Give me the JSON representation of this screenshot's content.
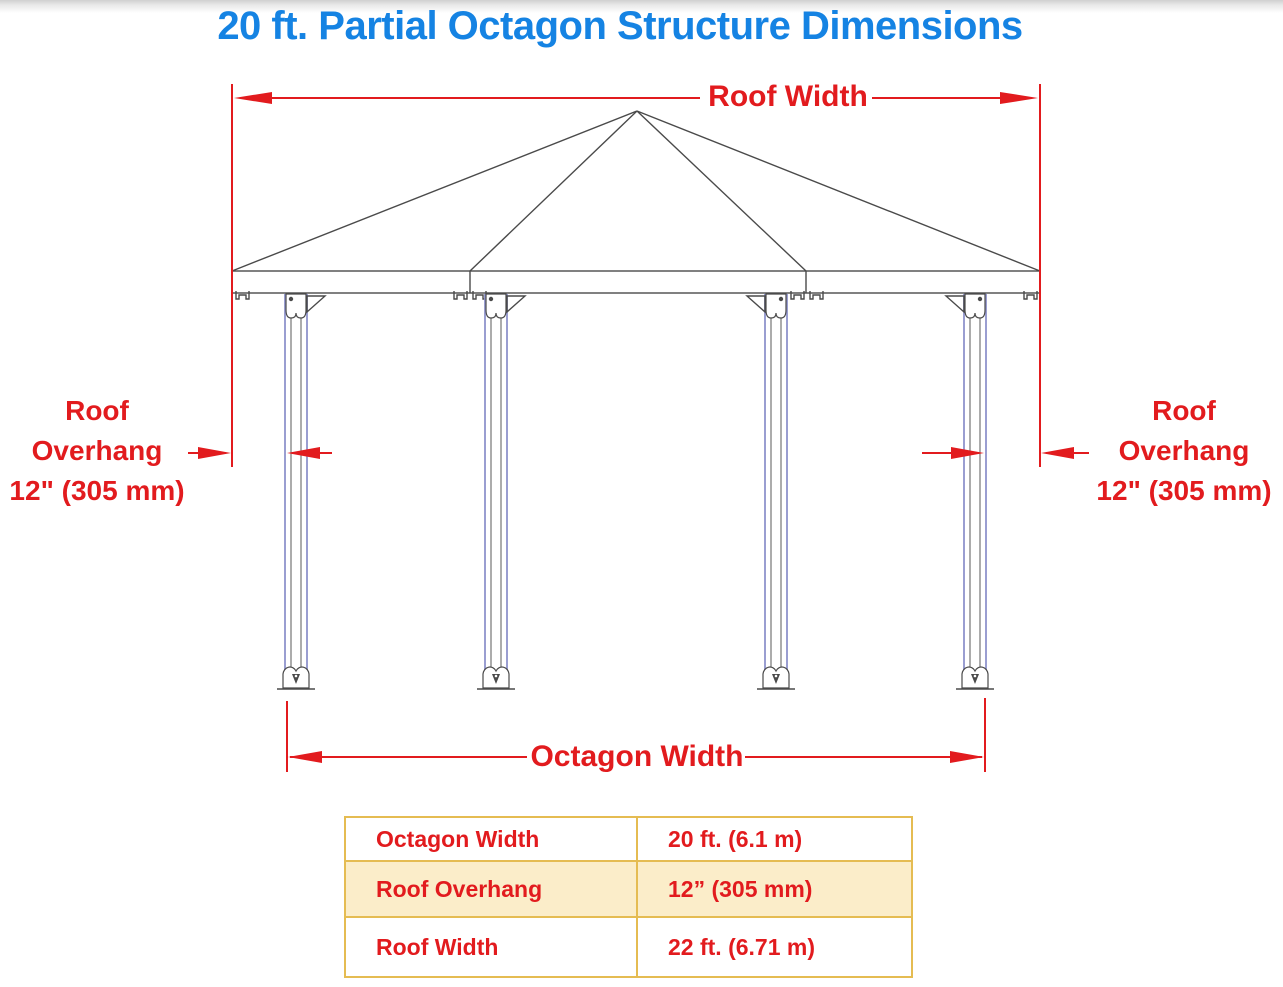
{
  "title": "20 ft. Partial Octagon Structure Dimensions",
  "colors": {
    "title_blue": "#1583e3",
    "dimension_red": "#e21b1e",
    "drawing_line": "#4a4a4a",
    "post_accent": "#8f93cc",
    "table_border_gold": "#e5bc52",
    "table_highlight_cream": "#fbedc9"
  },
  "diagram": {
    "labels": {
      "roof_width": "Roof Width",
      "octagon_width": "Octagon Width",
      "overhang_left": {
        "line1": "Roof",
        "line2": "Overhang",
        "line3": "12\" (305 mm)"
      },
      "overhang_right": {
        "line1": "Roof",
        "line2": "Overhang",
        "line3": "12\" (305 mm)"
      }
    }
  },
  "table": {
    "rows": [
      {
        "label": "Octagon Width",
        "value": "20 ft. (6.1 m)",
        "highlighted": false
      },
      {
        "label": "Roof Overhang",
        "value": "12” (305 mm)",
        "highlighted": true
      },
      {
        "label": "Roof Width",
        "value": "22 ft. (6.71 m)",
        "highlighted": false
      }
    ]
  }
}
